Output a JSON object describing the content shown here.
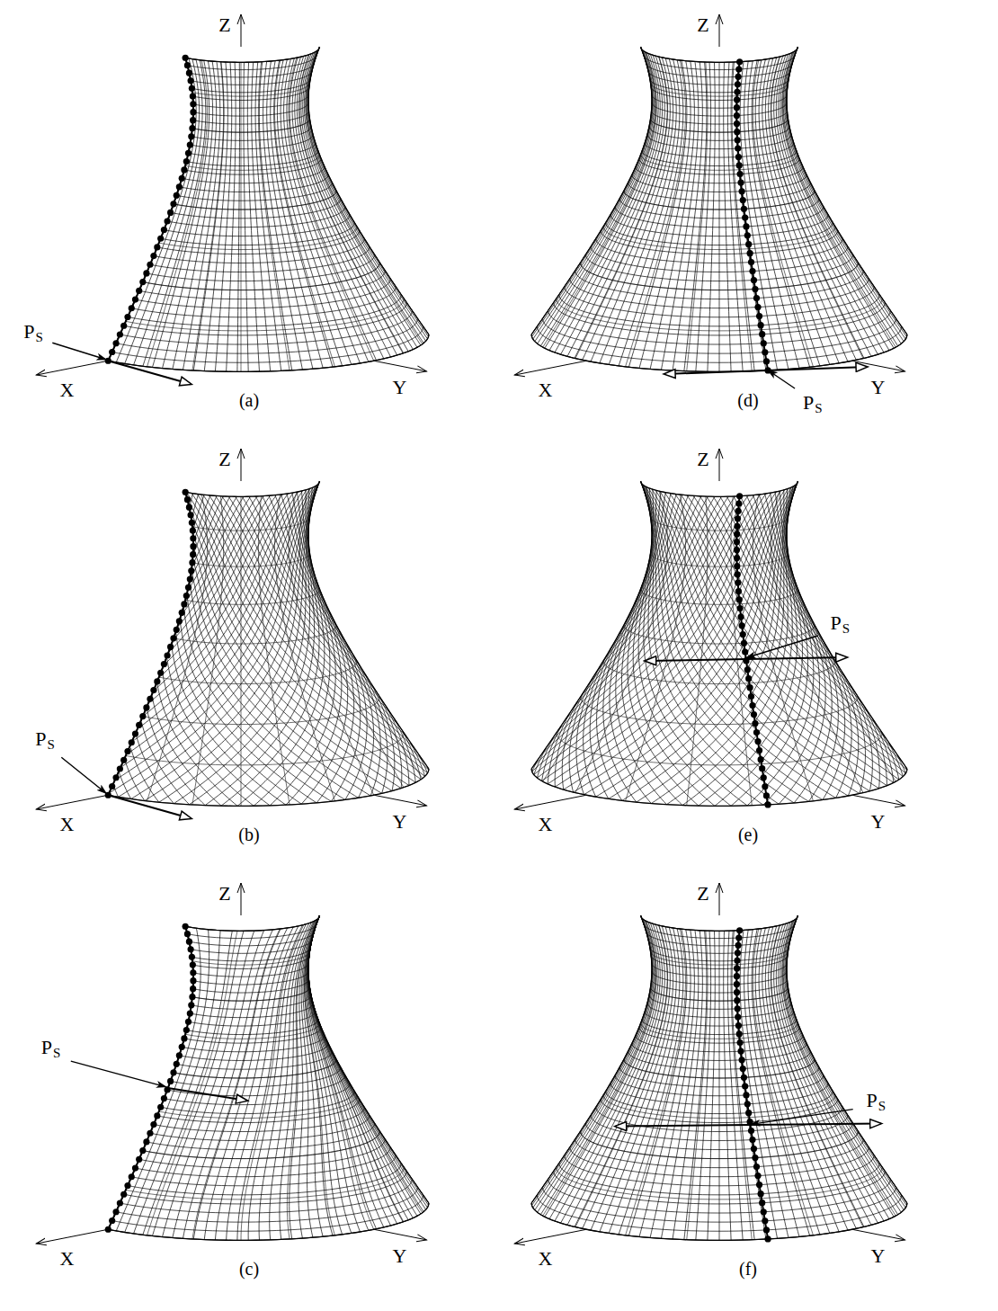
{
  "diagram": {
    "labels": [
      "Z",
      "P",
      "S",
      "X",
      "Y",
      "(a)",
      "Z",
      "P",
      "S",
      "X",
      "Y",
      "(b)",
      "Z",
      "P",
      "S",
      "X",
      "Y",
      "(c)",
      "Z",
      "P",
      "S",
      "X",
      "Y",
      "(d)",
      "Z",
      "P",
      "S",
      "X",
      "Y",
      "(e)",
      "Z",
      "P",
      "S",
      "X",
      "Y",
      "(f)"
    ]
  }
}
